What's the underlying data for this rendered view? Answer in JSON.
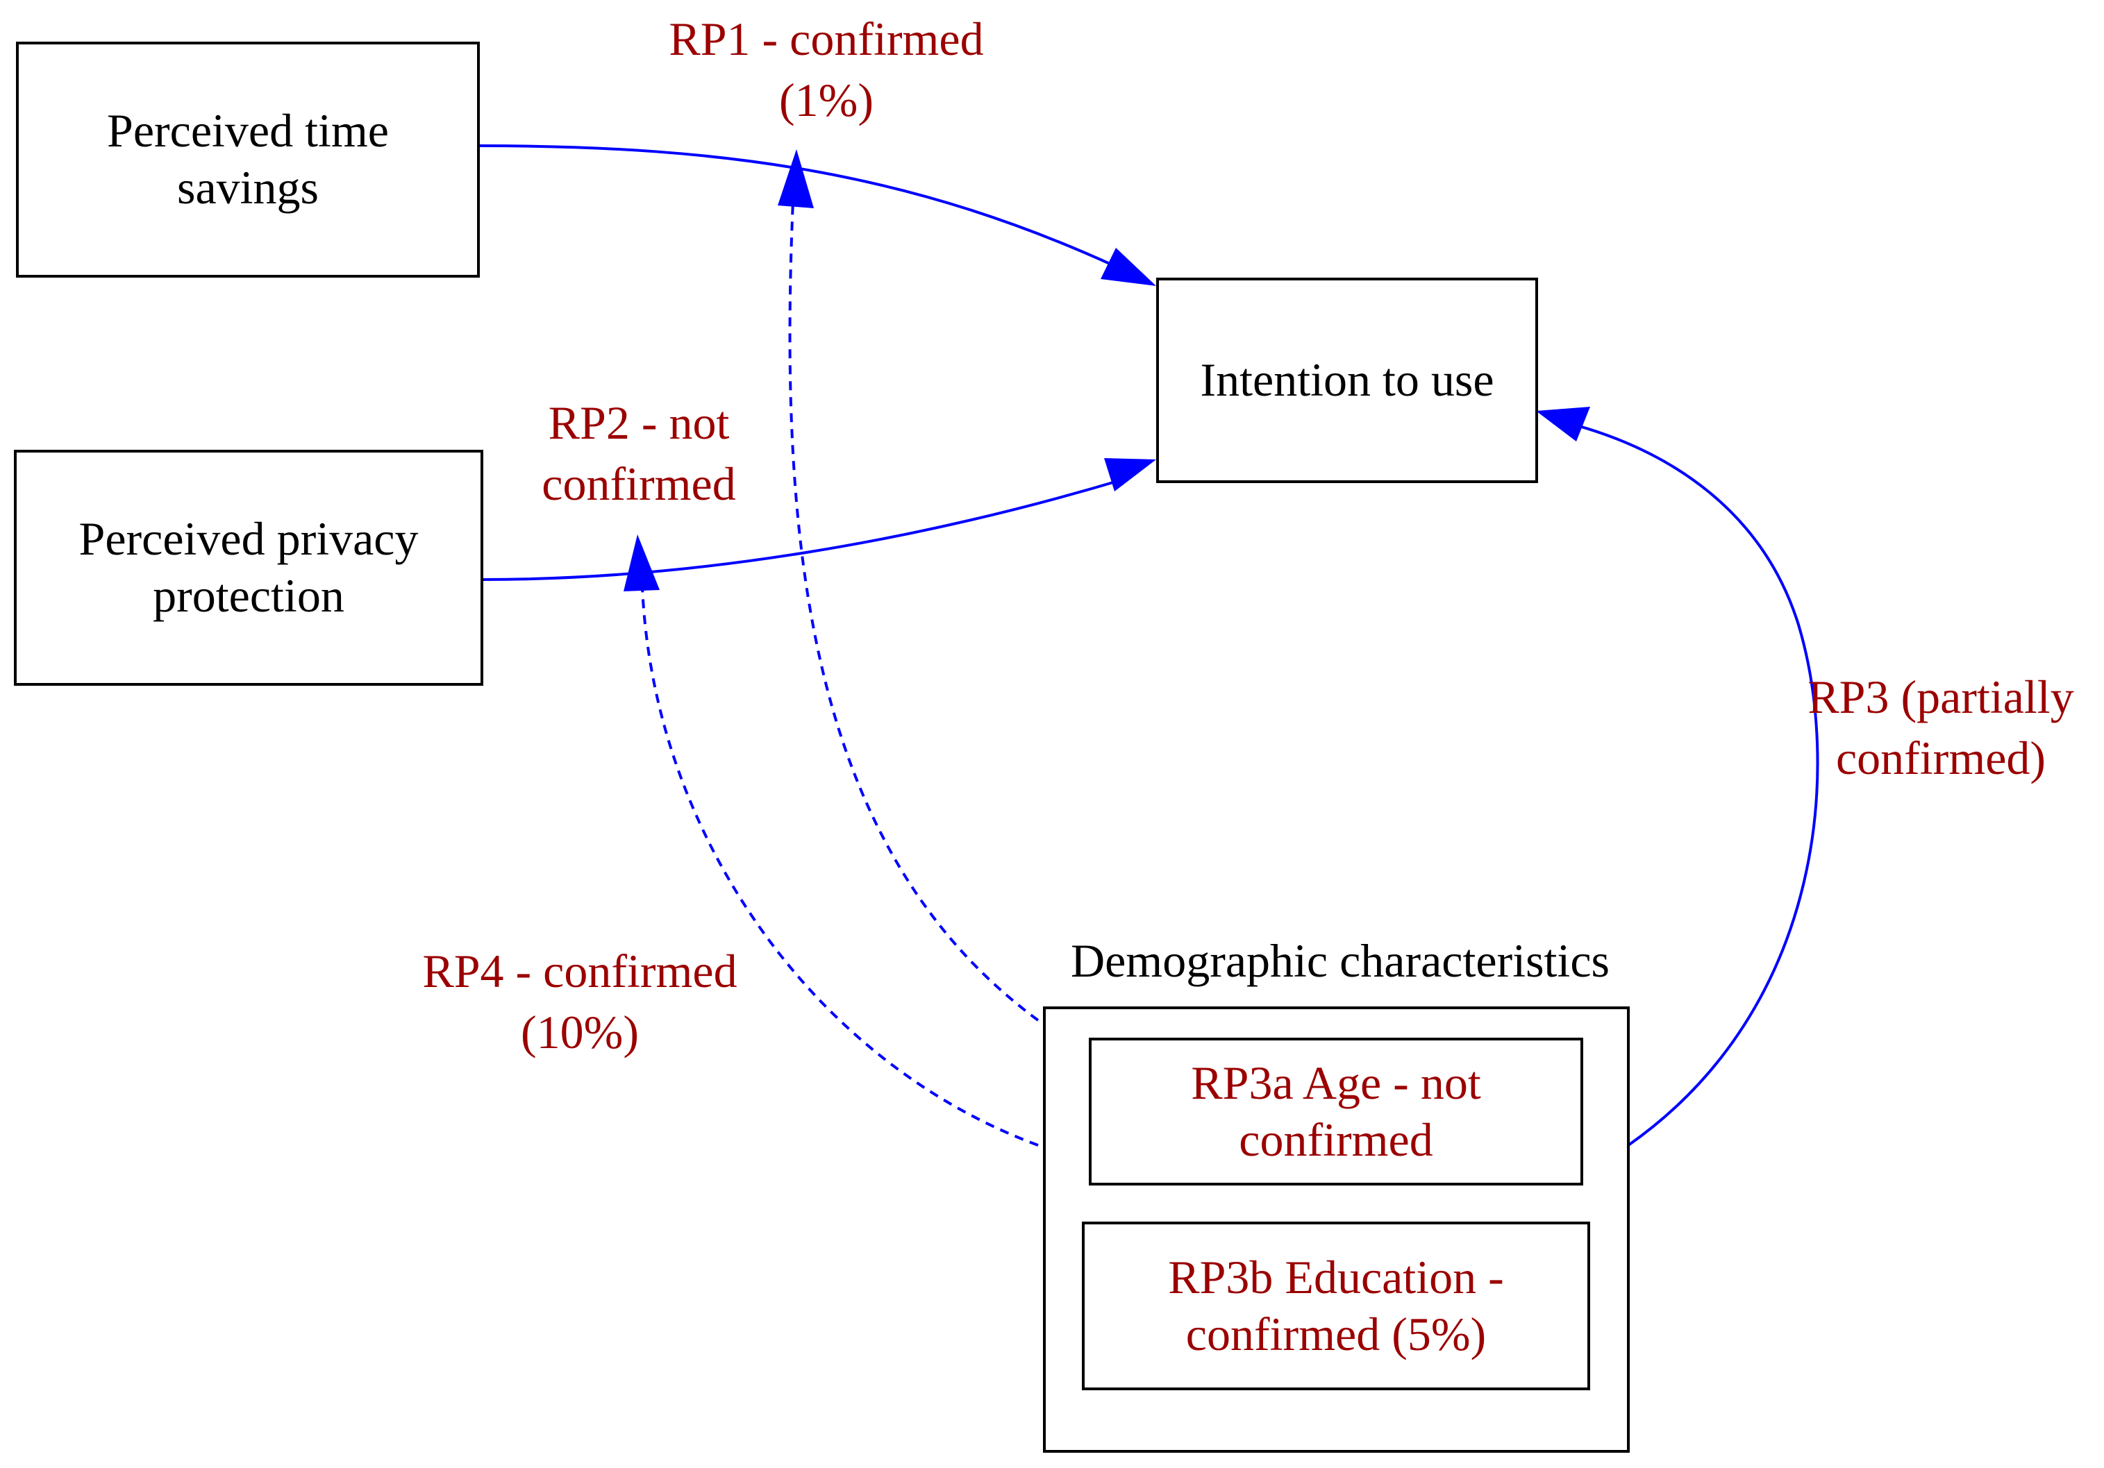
{
  "colors": {
    "solid_edge": "#0000ff",
    "dashed_edge": "#0000ff",
    "label_text": "#9b0000",
    "node_border": "#000000",
    "node_text": "#000000"
  },
  "nodes": {
    "time_savings": "Perceived time\nsavings",
    "privacy_protection": "Perceived privacy\nprotection",
    "intention": "Intention to use"
  },
  "cluster": {
    "title": "Demographic characteristics",
    "age": "RP3a Age - not\nconfirmed",
    "education": "RP3b Education -\nconfirmed (5%)"
  },
  "edges": {
    "rp1": "RP1 - confirmed\n(1%)",
    "rp2": "RP2 - not\nconfirmed",
    "rp3": "RP3 (partially\nconfirmed)",
    "rp4": "RP4 - confirmed\n(10%)"
  }
}
